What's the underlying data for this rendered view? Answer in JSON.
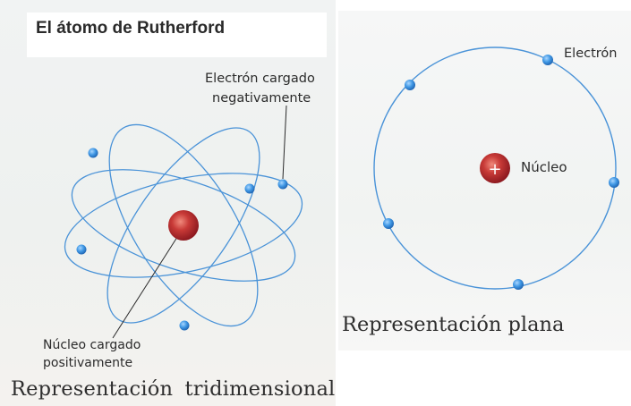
{
  "title": "El átomo de Rutherford",
  "three_d": {
    "electron_label": "Electrón cargado negativamente",
    "electron_label_lines": [
      "Electrón cargado",
      "negativamente"
    ],
    "nucleus_label_lines": [
      "Núcleo cargado",
      "positivamente"
    ],
    "caption": "Representación tridimensional"
  },
  "planar": {
    "electron_label": "Electrón",
    "nucleus_label": "Núcleo",
    "nucleus_symbol": "+",
    "caption": "Representación plana"
  },
  "colors": {
    "orbit": "#3f8fd6",
    "electron": "#3d98e6",
    "nucleus": "#b5252b",
    "nucleus_highlight": "#ef7d6f"
  }
}
